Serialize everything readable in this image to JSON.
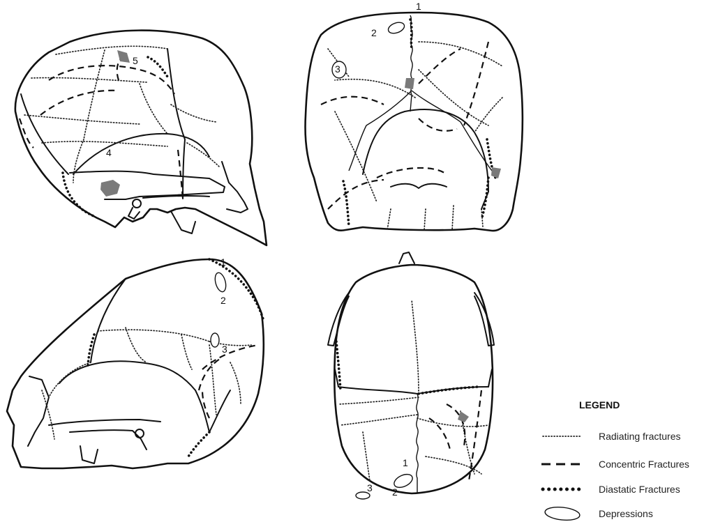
{
  "views": {
    "lateral_right": {
      "labels": [
        "4",
        "5"
      ]
    },
    "posterior": {
      "labels": [
        "1",
        "2",
        "3"
      ]
    },
    "lateral_left": {
      "labels": [
        "1",
        "2",
        "3"
      ]
    },
    "superior": {
      "labels": [
        "1",
        "2",
        "3"
      ]
    }
  },
  "legend": {
    "title": "LEGEND",
    "items": [
      {
        "key": "radiating",
        "label": "Radiating fractures"
      },
      {
        "key": "concentric",
        "label": "Concentric Fractures"
      },
      {
        "key": "diastatic",
        "label": "Diastatic Fractures"
      },
      {
        "key": "depressions",
        "label": "Depressions"
      }
    ]
  },
  "colors": {
    "line": "#111111",
    "impact": "#7a7a7a",
    "background": "#ffffff"
  }
}
